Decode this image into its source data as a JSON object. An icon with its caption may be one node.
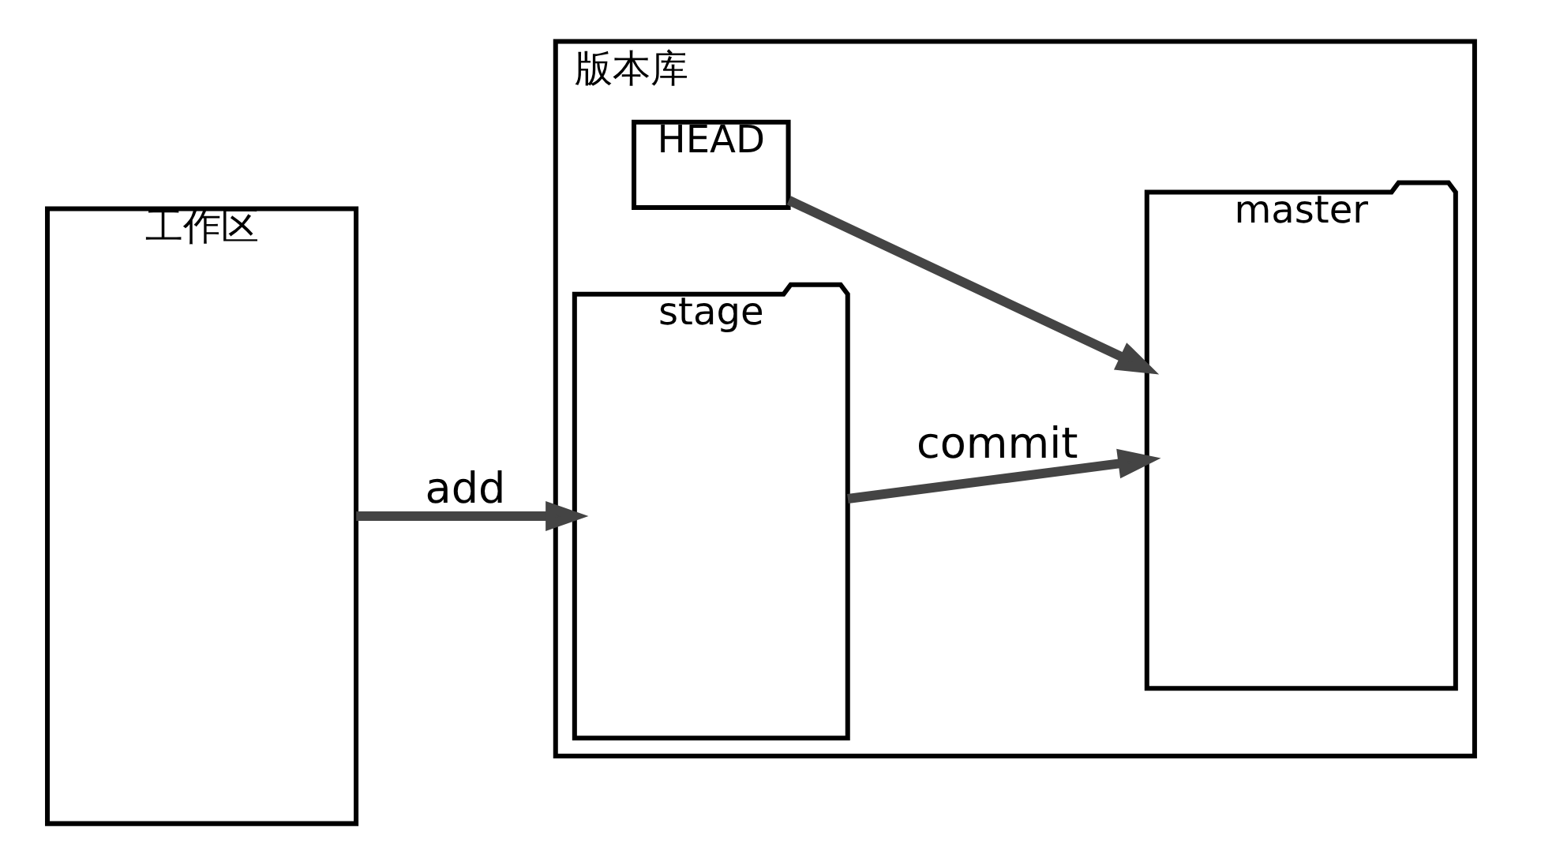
{
  "diagram": {
    "nodes": [
      {
        "text": [
          "工作区"
        ]
      },
      {
        "text": [
          "版本库"
        ]
      },
      {
        "text": [
          "HEAD"
        ],
        "in": 1
      },
      {
        "text": [
          "stage"
        ],
        "in": 1
      },
      {
        "text": [
          "master"
        ],
        "in": 1
      }
    ],
    "edges": [
      {
        "from": 0,
        "to": 3,
        "arrow": "to",
        "label": "add"
      },
      {
        "from": 3,
        "to": 4,
        "arrow": "to",
        "label": "commit"
      },
      {
        "from": 2,
        "to": 4,
        "arrow": "to"
      }
    ]
  }
}
